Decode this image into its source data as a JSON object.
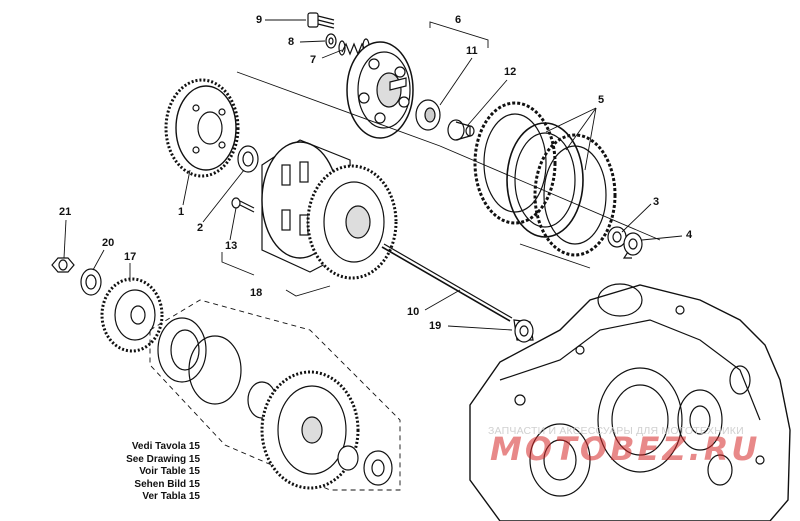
{
  "callouts": {
    "n1": "1",
    "n2": "2",
    "n3": "3",
    "n4": "4",
    "n5": "5",
    "n6": "6",
    "n7": "7",
    "n8": "8",
    "n9": "9",
    "n10": "10",
    "n11": "11",
    "n12": "12",
    "n13": "13",
    "n17": "17",
    "n18": "18",
    "n19": "19",
    "n20": "20",
    "n21": "21"
  },
  "reference_note": {
    "line1": "Vedi Tavola 15",
    "line2": "See Drawing 15",
    "line3": "Voir Table 15",
    "line4": "Sehen Bild 15",
    "line5": "Ver Tabla 15"
  },
  "watermark": {
    "caption": "ЗАПЧАСТИ И АКСЕССУАРЫ ДЛЯ МОТОТЕХНИКИ",
    "logo_text": "MOTOBEZ.RU",
    "color": "#d62828"
  },
  "colors": {
    "line": "#111111",
    "background": "#ffffff"
  }
}
